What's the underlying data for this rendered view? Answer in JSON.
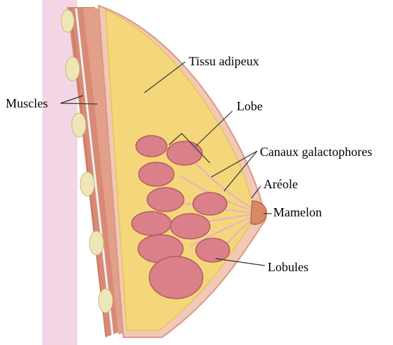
{
  "diagram": {
    "labels": {
      "tissu_adipeux": "Tissu adipeux",
      "muscles": "Muscles",
      "lobe": "Lobe",
      "canaux": "Canaux galactophores",
      "areole": "Aréole",
      "mamelon": "Mamelon",
      "lobules": "Lobules"
    },
    "colors": {
      "fat": "#f4d77a",
      "fat_dark": "#e9c35a",
      "skin": "#f2c9b6",
      "skin_edge": "#d99a85",
      "muscle": "#d98a74",
      "muscle_dark": "#c06a55",
      "rib": "#efe6b8",
      "lobule": "#d98088",
      "lobule_dark": "#b85a66",
      "duct": "#e7b3c3",
      "nipple": "#d98a65",
      "chest_wall": "#f3d6e6"
    }
  }
}
